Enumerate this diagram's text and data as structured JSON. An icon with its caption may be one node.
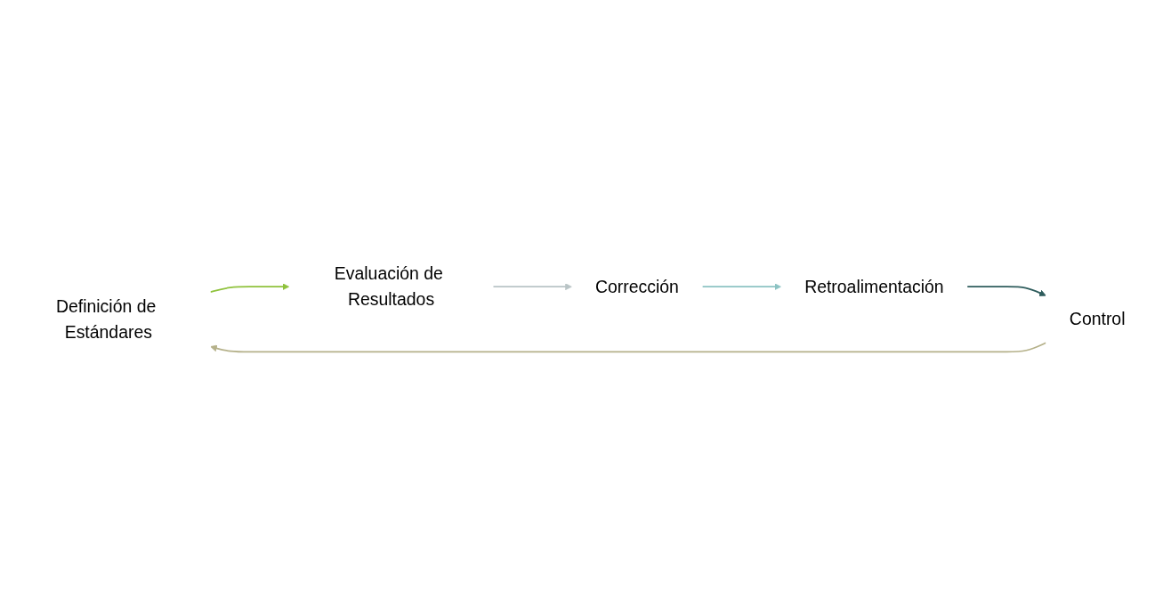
{
  "diagram": {
    "nodes": [
      {
        "text": [
          "Definición de Estándares"
        ]
      },
      {
        "text": [
          "Evaluación de Resultados"
        ]
      },
      {
        "text": [
          "Corrección"
        ]
      },
      {
        "text": [
          "Retroalimentación"
        ]
      },
      {
        "text": [
          "Control"
        ]
      }
    ],
    "edges": [
      {
        "from": 0,
        "to": 1,
        "arrow": "to",
        "color": "#8fc23c"
      },
      {
        "from": 1,
        "to": 2,
        "arrow": "to",
        "color": "#b9c4c6"
      },
      {
        "from": 2,
        "to": 3,
        "arrow": "to",
        "color": "#8cc3c3"
      },
      {
        "from": 3,
        "to": 4,
        "arrow": "to",
        "color": "#2e5c5c"
      },
      {
        "from": 4,
        "to": 0,
        "arrow": "to",
        "color": "#b5b18a"
      }
    ]
  }
}
